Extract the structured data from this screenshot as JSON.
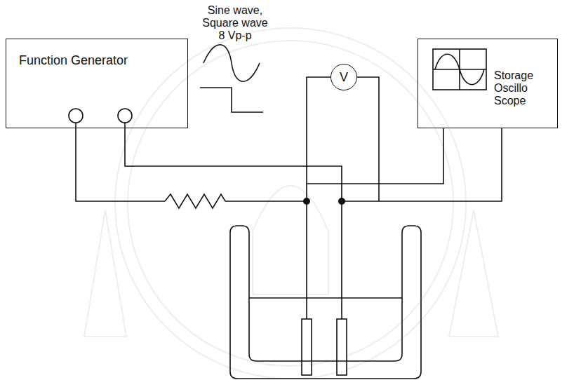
{
  "diagram": {
    "nodes": [
      {
        "text": [
          "Function Generator"
        ]
      },
      {
        "text": [
          "V"
        ]
      },
      {
        "text": [
          "Storage Oscillo Scope"
        ]
      }
    ],
    "labels": [
      "Sine wave, Square wave 8 Vp-p"
    ]
  }
}
